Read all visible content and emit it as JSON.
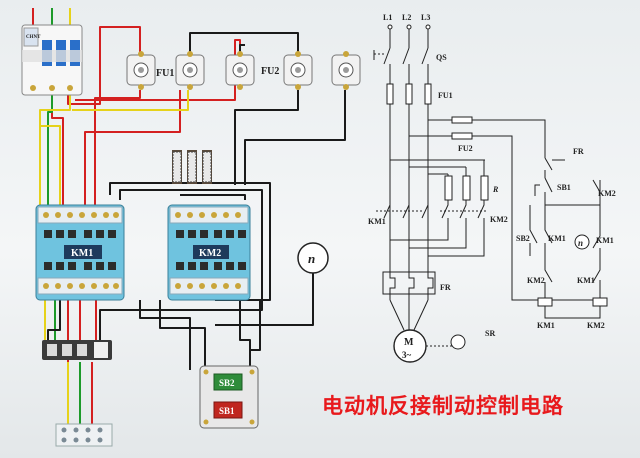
{
  "title": "电动机反接制动控制电路",
  "wiring_diagram": {
    "breaker_brand": "CHNT",
    "fuse_group_1_label": "FU1",
    "fuse_group_2_label": "FU2",
    "contactor_1_label": "KM1",
    "contactor_2_label": "KM2",
    "speed_relay_symbol": "n",
    "button_1_label": "SB2",
    "button_2_label": "SB1"
  },
  "schematic": {
    "phase_1": "L1",
    "phase_2": "L2",
    "phase_3": "L3",
    "main_switch": "QS",
    "fuse_main": "FU1",
    "fuse_control": "FU2",
    "thermal_relay_main": "FR",
    "thermal_relay_contact": "FR",
    "resistor": "R",
    "km1_main": "KM1",
    "km2_main": "KM2",
    "motor_letter": "M",
    "motor_phase": "3~",
    "speed_relay": "SR",
    "stop_button": "SB1",
    "km2_interlock_top": "KM2",
    "start_button": "SB2",
    "km1_hold": "KM1",
    "speed_symbol": "n",
    "km1_aux": "KM1",
    "km2_interlock": "KM2",
    "km1_aux_right": "KM1",
    "coil_km1": "KM1",
    "coil_km2": "KM2"
  },
  "colors": {
    "wire_red": "#d42020",
    "wire_green": "#1d9a2a",
    "wire_yellow": "#e6d21a",
    "wire_black": "#1a1a1a",
    "contactor_blue": "#6fc3df",
    "title_red": "#e8191c"
  }
}
